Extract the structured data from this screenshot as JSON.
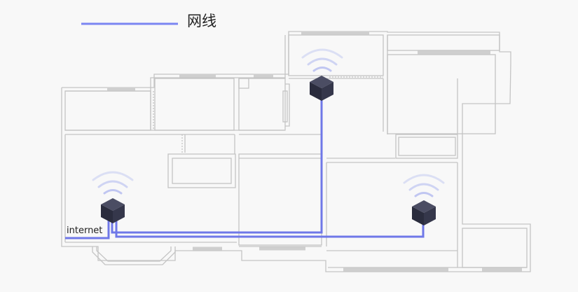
{
  "legend": {
    "label": "网线",
    "line_color": "#7b86f2"
  },
  "labels": {
    "internet": "internet"
  },
  "colors": {
    "background": "#f8f8f8",
    "wall": "#c4c4c4",
    "window": "#cfcfcf",
    "cable": "#6f78e8",
    "router_top": "#4b4d63",
    "router_left": "#2a2c3d",
    "router_right": "#35374b",
    "wifi": "#b9c0f0"
  },
  "devices": [
    {
      "name": "main-router",
      "icon": "router-cube-icon"
    },
    {
      "name": "node-top",
      "icon": "router-cube-icon"
    },
    {
      "name": "node-right",
      "icon": "router-cube-icon"
    }
  ]
}
